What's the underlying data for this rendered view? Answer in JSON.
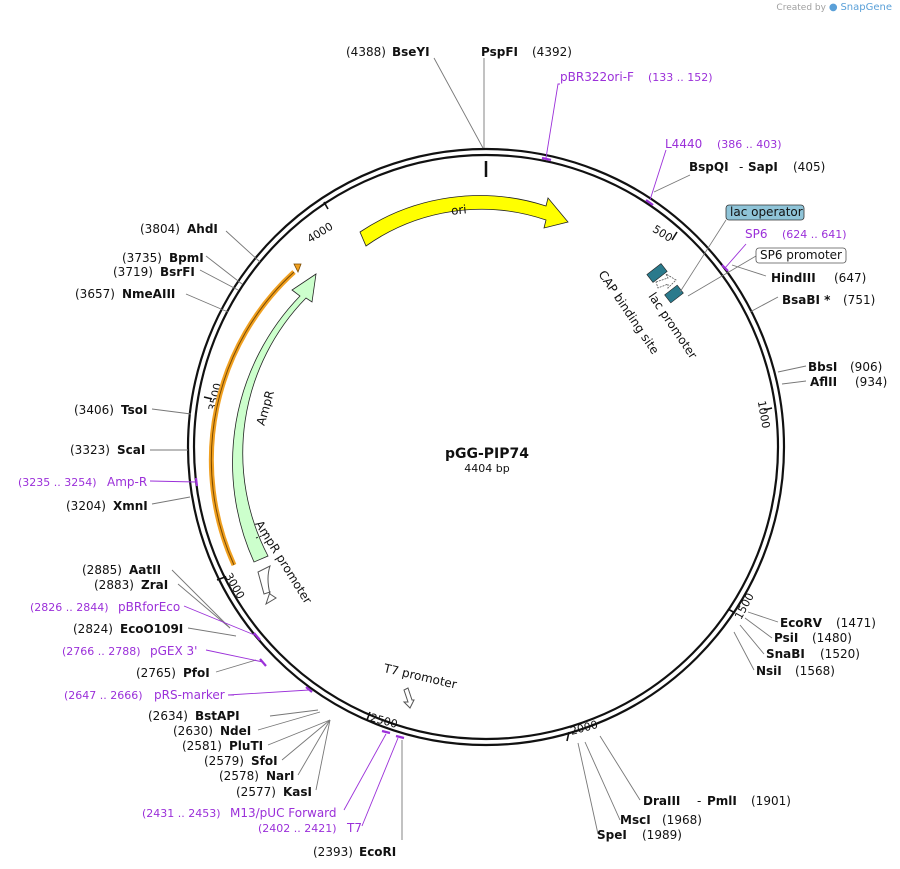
{
  "credit": {
    "prefix": "Created by",
    "brand": "SnapGene"
  },
  "plasmid": {
    "name": "pGG-PIP74",
    "length_label": "4404 bp"
  },
  "ticks": [
    "500",
    "1000",
    "1500",
    "2000",
    "2500",
    "3000",
    "3500",
    "4000"
  ],
  "enzymes": [
    {
      "id": "bseyi",
      "name": "BseYI",
      "pos": "(4388)"
    },
    {
      "id": "pspfi",
      "name": "PspFI",
      "pos": "(4392)"
    },
    {
      "id": "bspqi",
      "name": "BspQI",
      "sep": "-",
      "name2": "SapI",
      "pos": "(405)"
    },
    {
      "id": "hindiii",
      "name": "HindIII",
      "pos": "(647)"
    },
    {
      "id": "bsabi",
      "name": "BsaBI *",
      "pos": "(751)"
    },
    {
      "id": "bbsi",
      "name": "BbsI",
      "pos": "(906)"
    },
    {
      "id": "aflii",
      "name": "AflII",
      "pos": "(934)"
    },
    {
      "id": "ecorv",
      "name": "EcoRV",
      "pos": "(1471)"
    },
    {
      "id": "psii",
      "name": "PsiI",
      "pos": "(1480)"
    },
    {
      "id": "snabi",
      "name": "SnaBI",
      "pos": "(1520)"
    },
    {
      "id": "nsii",
      "name": "NsiI",
      "pos": "(1568)"
    },
    {
      "id": "draiii",
      "name": "DraIII",
      "sep": "-",
      "name2": "PmlI",
      "pos": "(1901)"
    },
    {
      "id": "msci",
      "name": "MscI",
      "pos": "(1968)"
    },
    {
      "id": "spei",
      "name": "SpeI",
      "pos": "(1989)"
    },
    {
      "id": "ecori",
      "name": "EcoRI",
      "pos": "(2393)"
    },
    {
      "id": "kasi",
      "name": "KasI",
      "pos": "(2577)"
    },
    {
      "id": "nari",
      "name": "NarI",
      "pos": "(2578)"
    },
    {
      "id": "sfoi",
      "name": "SfoI",
      "pos": "(2579)"
    },
    {
      "id": "pluti",
      "name": "PluTI",
      "pos": "(2581)"
    },
    {
      "id": "ndei",
      "name": "NdeI",
      "pos": "(2630)"
    },
    {
      "id": "bstapi",
      "name": "BstAPI",
      "pos": "(2634)"
    },
    {
      "id": "pfoi",
      "name": "PfoI",
      "pos": "(2765)"
    },
    {
      "id": "ecoo109i",
      "name": "EcoO109I",
      "pos": "(2824)"
    },
    {
      "id": "zrai",
      "name": "ZraI",
      "pos": "(2883)"
    },
    {
      "id": "aatii",
      "name": "AatII",
      "pos": "(2885)"
    },
    {
      "id": "xmni",
      "name": "XmnI",
      "pos": "(3204)"
    },
    {
      "id": "scai",
      "name": "ScaI",
      "pos": "(3323)"
    },
    {
      "id": "tsoi",
      "name": "TsoI",
      "pos": "(3406)"
    },
    {
      "id": "nmeaiii",
      "name": "NmeAIII",
      "pos": "(3657)"
    },
    {
      "id": "bsrfi",
      "name": "BsrFI",
      "pos": "(3719)"
    },
    {
      "id": "bpmi",
      "name": "BpmI",
      "pos": "(3735)"
    },
    {
      "id": "ahdi",
      "name": "AhdI",
      "pos": "(3804)"
    }
  ],
  "primers": [
    {
      "id": "pbr322ori",
      "name": "pBR322ori-F",
      "range": "(133 .. 152)"
    },
    {
      "id": "l4440",
      "name": "L4440",
      "range": "(386 .. 403)"
    },
    {
      "id": "sp6",
      "name": "SP6",
      "range": "(624 .. 641)"
    },
    {
      "id": "t7",
      "name": "T7",
      "range": "(2402 .. 2421)"
    },
    {
      "id": "m13",
      "name": "M13/pUC Forward",
      "range": "(2431 .. 2453)"
    },
    {
      "id": "prs",
      "name": "pRS-marker",
      "range": "(2647 .. 2666)"
    },
    {
      "id": "pgex",
      "name": "pGEX 3'",
      "range": "(2766 .. 2788)"
    },
    {
      "id": "pbrfor",
      "name": "pBRforEco",
      "range": "(2826 .. 2844)"
    },
    {
      "id": "ampr-primer",
      "name": "Amp-R",
      "range": "(3235 .. 3254)"
    }
  ],
  "features": {
    "ori": "ori",
    "ampr": "AmpR",
    "ampr_promoter": "AmpR promoter",
    "t7_promoter": "T7 promoter",
    "lac_promoter": "lac promoter",
    "cap_site": "CAP binding site",
    "lac_operator": "lac operator",
    "sp6_promoter": "SP6 promoter"
  },
  "colors": {
    "backbone": "#111111",
    "primer": "#9b30d9",
    "ori": "#ffff00",
    "ampr": "#ccffcc",
    "orf": "#f0a020",
    "lac_operator": "#8fc4d8",
    "promoter_box": "#2a7a8c"
  }
}
